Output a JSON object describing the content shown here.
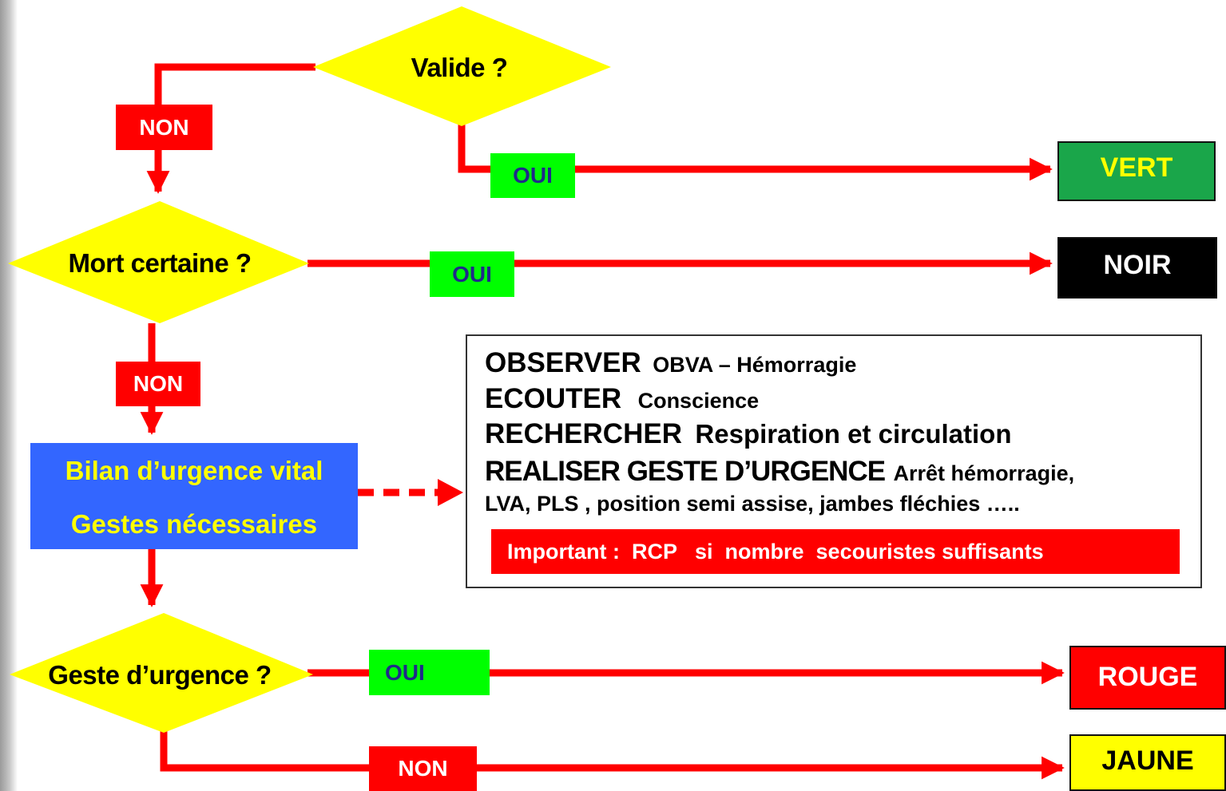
{
  "decisions": {
    "valide": "Valide ?",
    "mort": "Mort certaine ?",
    "geste": "Geste d’urgence ?"
  },
  "branches": {
    "non1": "NON",
    "oui1": "OUI",
    "oui2": "OUI",
    "non2": "NON",
    "oui3": "OUI",
    "non3": "NON"
  },
  "outcomes": {
    "vert": "VERT",
    "noir": "NOIR",
    "rouge": "ROUGE",
    "jaune": "JAUNE"
  },
  "bilan": {
    "line1": "Bilan d’urgence vital",
    "line2": "Gestes nécessaires"
  },
  "procedure": {
    "observer": "OBSERVER",
    "observer_detail": "OBVA – Hémorragie",
    "ecouter": "ECOUTER",
    "ecouter_detail": "Conscience",
    "rechercher": "RECHERCHER",
    "rechercher_detail": "Respiration et circulation",
    "realiser": "REALISER GESTE D’URGENCE",
    "realiser_detail": "Arrêt hémorragie,",
    "realiser_detail2": "LVA, PLS , position semi assise, jambes fléchies …..",
    "important": "Important :  RCP   si  nombre  secouristes suffisants"
  },
  "colors": {
    "connector": "#ff0000",
    "decision_fill": "#ffff00",
    "vert": "#1aa64a",
    "noir": "#000000",
    "rouge": "#ff0000",
    "jaune": "#ffff00",
    "bilan": "#3366ff"
  }
}
